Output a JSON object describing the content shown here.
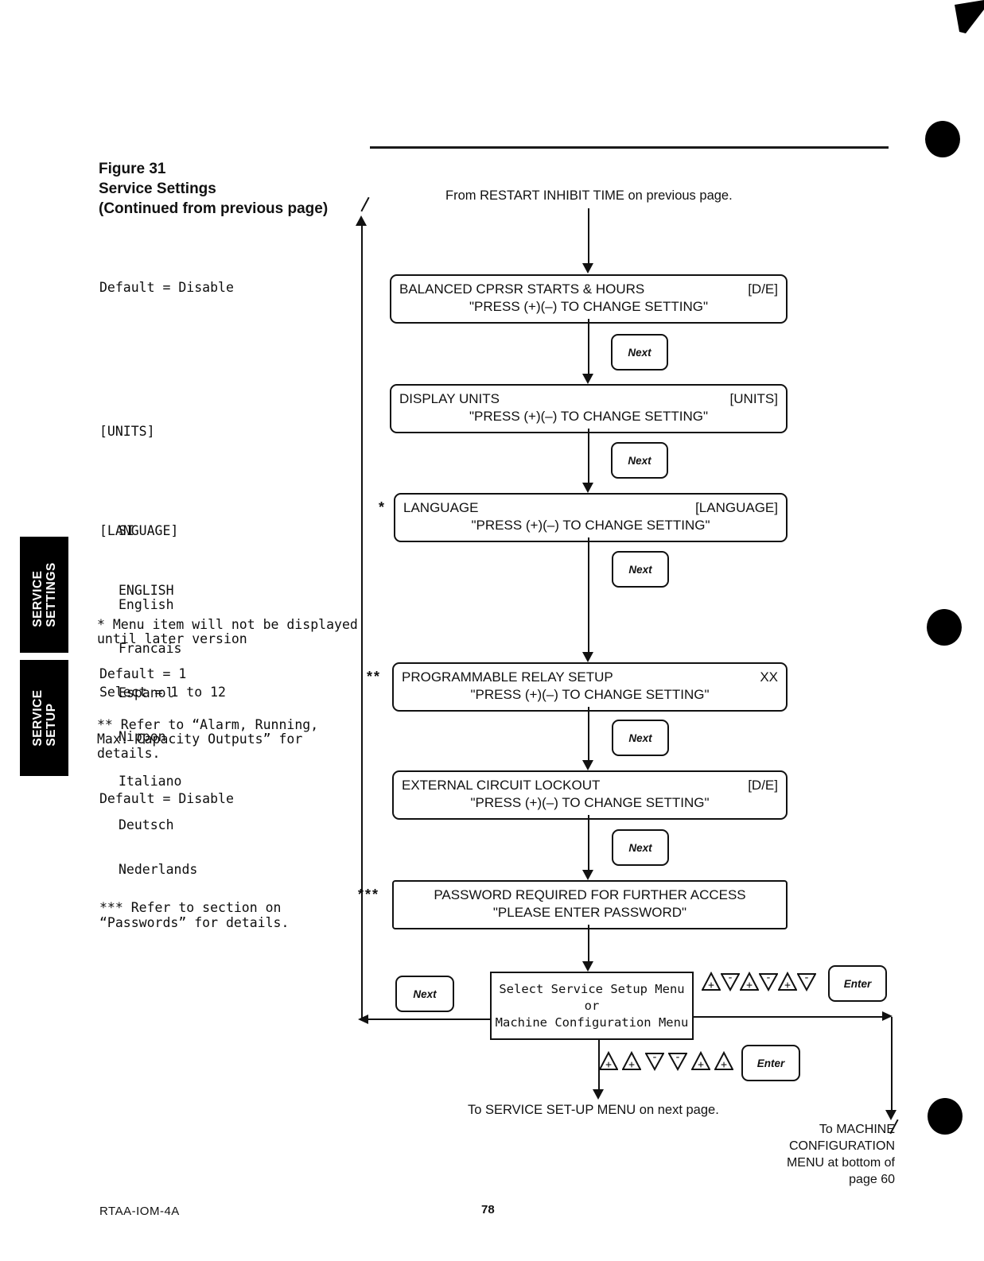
{
  "page": {
    "figure_title_lines": [
      "Figure 31",
      "Service Settings",
      "(Continued from previous page)"
    ],
    "from_note": "From RESTART INHIBIT TIME on previous page.",
    "to_service": "To SERVICE SET-UP MENU on next page.",
    "to_machine_lines": [
      "To MACHINE",
      "CONFIGURATION",
      "MENU at bottom of",
      "page 60"
    ],
    "footer_left": "RTAA-IOM-4A",
    "footer_page": "78"
  },
  "sidebar_tabs": [
    {
      "line1": "SERVICE",
      "line2": "SETTINGS"
    },
    {
      "line1": "SERVICE",
      "line2": "SETUP"
    }
  ],
  "margin_notes": {
    "default_disable_1": "Default = Disable",
    "units_header": "[UNITS]",
    "units_options": [
      "SI",
      "ENGLISH"
    ],
    "language_header": "[LANGUAGE]",
    "language_options": [
      "English",
      "Francais",
      "Espanol",
      "Nippon",
      "Italiano",
      "Deutsch",
      "Nederlands"
    ],
    "menu_note": "* Menu item will not be displayed\nuntil later version",
    "default_1": "Default = 1",
    "select_1_12": "Select = 1 to 12",
    "alarm_note": "** Refer to “Alarm, Running,\nMax. Capacity Outputs” for\ndetails.",
    "default_disable_2": "Default = Disable",
    "password_note": "*** Refer to section on\n“Passwords” for details."
  },
  "screens": [
    {
      "prefix": "",
      "title": "BALANCED CPRSR STARTS & HOURS",
      "tag": "[D/E]",
      "line2": "\"PRESS (+)(–) TO CHANGE SETTING\""
    },
    {
      "prefix": "",
      "title": "DISPLAY UNITS",
      "tag": "[UNITS]",
      "line2": "\"PRESS (+)(–) TO CHANGE SETTING\""
    },
    {
      "prefix": "*",
      "title": "LANGUAGE",
      "tag": "[LANGUAGE]",
      "line2": "\"PRESS (+)(–) TO CHANGE SETTING\""
    },
    {
      "prefix": "**",
      "title": "PROGRAMMABLE RELAY SETUP",
      "tag": "XX",
      "line2": "\"PRESS (+)(–) TO CHANGE SETTING\""
    },
    {
      "prefix": "",
      "title": "EXTERNAL CIRCUIT LOCKOUT",
      "tag": "[D/E]",
      "line2": "\"PRESS (+)(–) TO CHANGE SETTING\""
    }
  ],
  "password_screen": {
    "prefix": "***",
    "line1": "PASSWORD REQUIRED FOR FURTHER ACCESS",
    "line2": "\"PLEASE ENTER PASSWORD\""
  },
  "select_box_lines": [
    "Select Service Setup Menu",
    "or",
    "Machine Configuration Menu"
  ],
  "buttons": {
    "next": "Next",
    "enter": "Enter"
  },
  "key_sequences": {
    "top": [
      "up-plus",
      "down-minus",
      "up-plus",
      "down-minus",
      "up-plus",
      "down-minus"
    ],
    "bottom": [
      "up-plus",
      "up-plus",
      "down-minus",
      "down-minus",
      "up-plus",
      "up-plus"
    ]
  }
}
